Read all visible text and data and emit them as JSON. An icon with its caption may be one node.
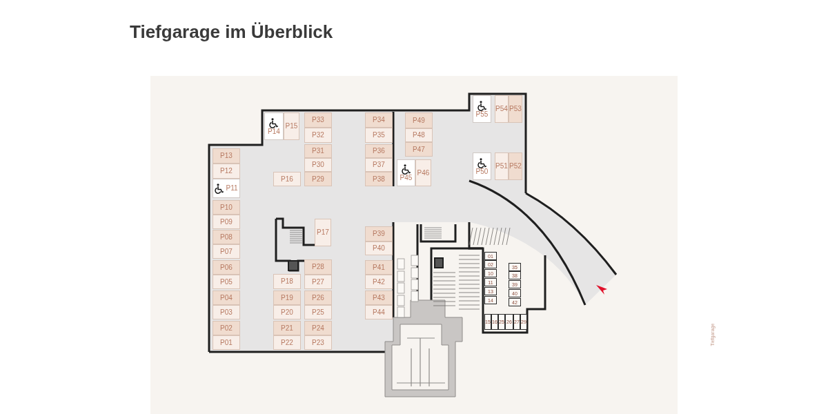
{
  "diagram": {
    "title": "Tiefgarage im Überblick",
    "nodes": [
      {
        "text": [
          "P01"
        ]
      },
      {
        "text": [
          "P02"
        ]
      },
      {
        "text": [
          "P03"
        ]
      },
      {
        "text": [
          "P04"
        ]
      },
      {
        "text": [
          "P05"
        ]
      },
      {
        "text": [
          "P06"
        ]
      },
      {
        "text": [
          "P07"
        ]
      },
      {
        "text": [
          "P08"
        ]
      },
      {
        "text": [
          "P09"
        ]
      },
      {
        "text": [
          "P10"
        ]
      },
      {
        "text": [
          "P11"
        ]
      },
      {
        "text": [
          "P12"
        ]
      },
      {
        "text": [
          "P13"
        ]
      },
      {
        "text": [
          "P14"
        ]
      },
      {
        "text": [
          "P15"
        ]
      },
      {
        "text": [
          "P16"
        ]
      },
      {
        "text": [
          "P17"
        ]
      },
      {
        "text": [
          "P18"
        ]
      },
      {
        "text": [
          "P19"
        ]
      },
      {
        "text": [
          "P20"
        ]
      },
      {
        "text": [
          "P21"
        ]
      },
      {
        "text": [
          "P22"
        ]
      },
      {
        "text": [
          "P23"
        ]
      },
      {
        "text": [
          "P24"
        ]
      },
      {
        "text": [
          "P25"
        ]
      },
      {
        "text": [
          "P26"
        ]
      },
      {
        "text": [
          "P27"
        ]
      },
      {
        "text": [
          "P28"
        ]
      },
      {
        "text": [
          "P29"
        ]
      },
      {
        "text": [
          "P30"
        ]
      },
      {
        "text": [
          "P31"
        ]
      },
      {
        "text": [
          "P32"
        ]
      },
      {
        "text": [
          "P33"
        ]
      },
      {
        "text": [
          "P34"
        ]
      },
      {
        "text": [
          "P35"
        ]
      },
      {
        "text": [
          "P36"
        ]
      },
      {
        "text": [
          "P37"
        ]
      },
      {
        "text": [
          "P38"
        ]
      },
      {
        "text": [
          "P39"
        ]
      },
      {
        "text": [
          "P40"
        ]
      },
      {
        "text": [
          "P41"
        ]
      },
      {
        "text": [
          "P42"
        ]
      },
      {
        "text": [
          "P43"
        ]
      },
      {
        "text": [
          "P44"
        ]
      },
      {
        "text": [
          "P45"
        ]
      },
      {
        "text": [
          "P46"
        ]
      },
      {
        "text": [
          "P47"
        ]
      },
      {
        "text": [
          "P48"
        ]
      },
      {
        "text": [
          "P49"
        ]
      },
      {
        "text": [
          "P50"
        ]
      },
      {
        "text": [
          "P51"
        ]
      },
      {
        "text": [
          "P52"
        ]
      },
      {
        "text": [
          "P53"
        ]
      },
      {
        "text": [
          "P54"
        ]
      },
      {
        "text": [
          "P55"
        ]
      },
      {
        "text": [
          "01"
        ]
      },
      {
        "text": [
          "02"
        ]
      },
      {
        "text": [
          "10"
        ]
      },
      {
        "text": [
          "11"
        ]
      },
      {
        "text": [
          "13"
        ]
      },
      {
        "text": [
          "14"
        ]
      },
      {
        "text": [
          "35"
        ]
      },
      {
        "text": [
          "38"
        ]
      },
      {
        "text": [
          "39"
        ]
      },
      {
        "text": [
          "40"
        ]
      },
      {
        "text": [
          "42"
        ]
      },
      {
        "text": [
          "15"
        ]
      },
      {
        "text": [
          "16"
        ]
      },
      {
        "text": [
          "25"
        ]
      },
      {
        "text": [
          "26"
        ]
      },
      {
        "text": [
          "27"
        ]
      },
      {
        "text": [
          "29"
        ]
      }
    ],
    "labels": [
      "Tiefgarage"
    ]
  }
}
